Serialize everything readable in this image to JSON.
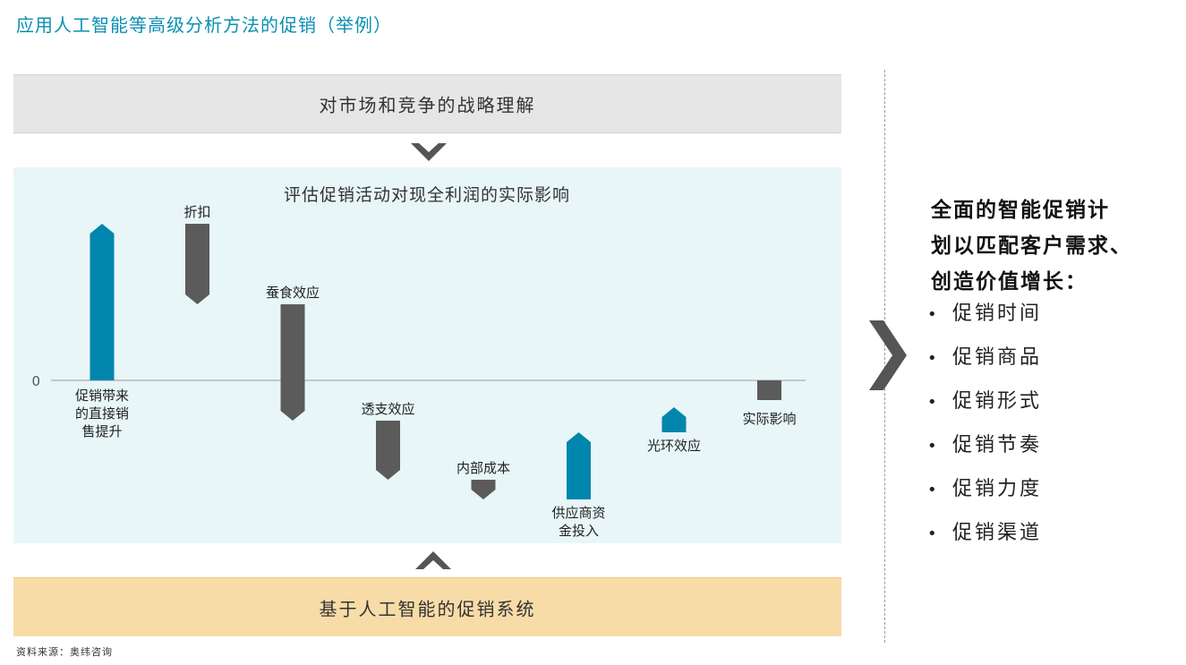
{
  "title": "应用人工智能等高级分析方法的促销（举例）",
  "top_band": {
    "label": "对市场和竞争的战略理解"
  },
  "bottom_band": {
    "label": "基于人工智能的促销系统"
  },
  "right_panel": {
    "heading_lines": [
      "全面的智能促销计",
      "划以匹配客户需求、",
      "创造价值增长："
    ],
    "items": [
      "促销时间",
      "促销商品",
      "促销形式",
      "促销节奏",
      "促销力度",
      "促销渠道"
    ]
  },
  "source_note": "资料来源：奥纬咨询",
  "colors": {
    "positive": "#0086ad",
    "negative": "#5b5b5b",
    "panel_bg": "#e8f6f8",
    "title": "#0a8fb3"
  },
  "chart_data": {
    "type": "waterfall",
    "title": "评估促销活动对现全利润的实际影响",
    "y_tick_labels": [
      "0"
    ],
    "ylim": [
      -130,
      180
    ],
    "bars": [
      {
        "label": "促销带来\n的直接销\n售提升",
        "value": 175,
        "kind": "positive"
      },
      {
        "label": "折扣",
        "value": -90,
        "kind": "negative"
      },
      {
        "label": "蚕食效应",
        "value": -130,
        "kind": "negative"
      },
      {
        "label": "透支效应",
        "value": -66,
        "kind": "negative"
      },
      {
        "label": "内部成本",
        "value": -22,
        "kind": "negative"
      },
      {
        "label": "供应商资\n金投入",
        "value": 75,
        "kind": "positive"
      },
      {
        "label": "光环效应",
        "value": 28,
        "kind": "positive"
      },
      {
        "label": "实际影响",
        "value": -22,
        "kind": "final"
      }
    ]
  }
}
